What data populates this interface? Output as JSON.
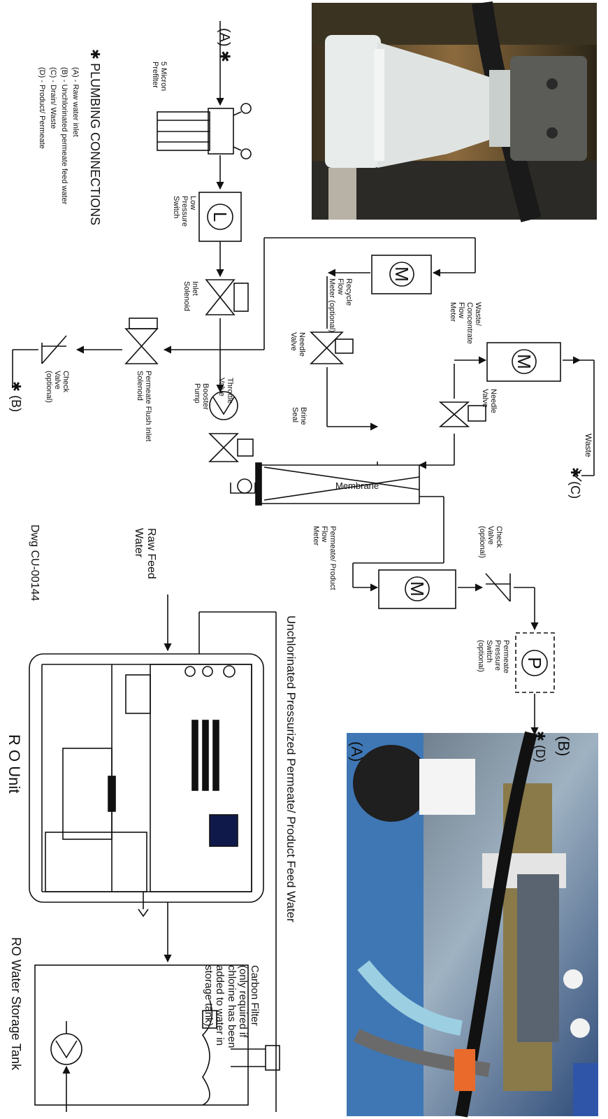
{
  "plumbing": {
    "title": "PLUMBING CONNECTIONS",
    "items": [
      "(A) - Raw water inlet",
      "(B) - Unchlorinated permeate feed water",
      "(C) - Drain/ Waste",
      "(D) - Product/ Permeate"
    ]
  },
  "labels": {
    "inlet_a": "(A)",
    "prefilter": [
      "5 Micron",
      "Prefilter"
    ],
    "low_pressure": [
      "Low",
      "Pressure",
      "Switch"
    ],
    "inlet_solenoid": [
      "Inlet",
      "Solenoid"
    ],
    "flush_solenoid": [
      "Permeate Flush Inlet",
      "Solenoid"
    ],
    "check_valve_b": [
      "Check",
      "Valve",
      "(optional)"
    ],
    "outlet_b": "(B)",
    "recycle_meter": [
      "Recycle",
      "Flow",
      "Meter (optional)"
    ],
    "waste_meter": [
      "Waste/",
      "Concentrate",
      "Flow",
      "Meter"
    ],
    "needle_valve_1": [
      "Needle",
      "Valve"
    ],
    "needle_valve_2": [
      "Needle",
      "Valve"
    ],
    "booster_pump": [
      "Booster",
      "Pump"
    ],
    "throttle_valve": [
      "Throttle",
      "Valve"
    ],
    "brine_seal": [
      "Brine",
      "Seal"
    ],
    "membrane": "Membrane",
    "waste": "Waste",
    "outlet_c": "(C)",
    "permeate_meter": [
      "Permeate/ Product",
      "Flow",
      "Meter"
    ],
    "check_valve_d": [
      "Check",
      "Valve",
      "(optional)"
    ],
    "permeate_switch": [
      "Permeate",
      "Pressure",
      "Switch",
      "(optional)"
    ],
    "outlet_d": "(D)",
    "drawing_no": "Dwg CU-00144",
    "raw_feed": [
      "Raw Feed",
      "Water"
    ],
    "ro_unit": "R O Unit",
    "storage_tank": "RO Water Storage Tank",
    "carbon_filter": [
      "Carbon Filter",
      "(only required if",
      "chlorine has been",
      "added to water in",
      "storage tank)"
    ],
    "feed_line": "Unchlorinated Pressurized Permeate/ Product Feed Water",
    "photo_a": "(A)",
    "photo_b": "(B)"
  },
  "symbols": {
    "meter": "M",
    "low_switch": "L",
    "perm_switch": "P",
    "star": "✱"
  }
}
